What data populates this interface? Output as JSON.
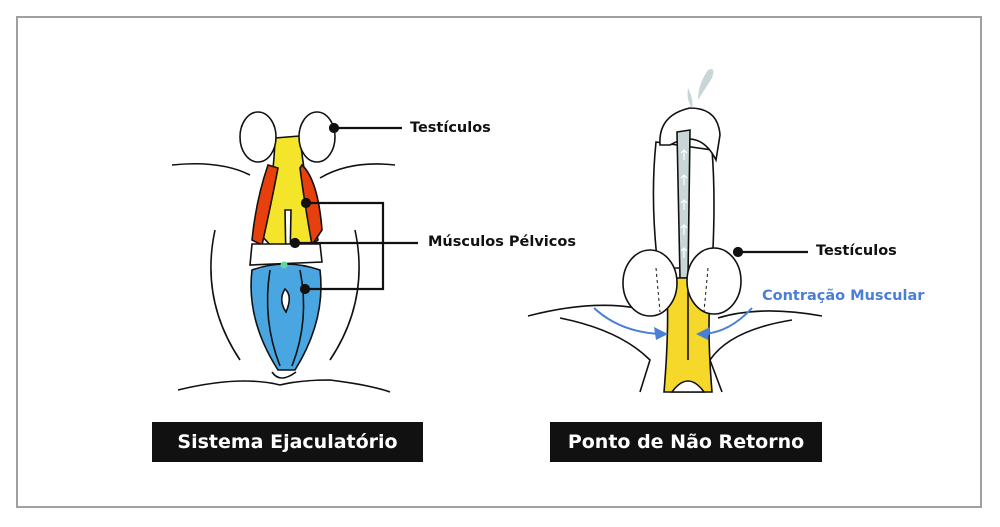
{
  "left_figure": {
    "caption": "Sistema Ejaculatório",
    "labels": {
      "testicles": "Testículos",
      "pelvic_muscles": "Músculos Pélvicos"
    }
  },
  "right_figure": {
    "caption": "Ponto de Não Retorno",
    "labels": {
      "testicles": "Testículos",
      "contraction": "Contração Muscular"
    }
  },
  "colors": {
    "yellow": "#f5e52a",
    "red": "#e8400c",
    "blue": "#4aa6e0",
    "accent_blue": "#4a7fd6",
    "urethra": "#c9d6d8"
  }
}
